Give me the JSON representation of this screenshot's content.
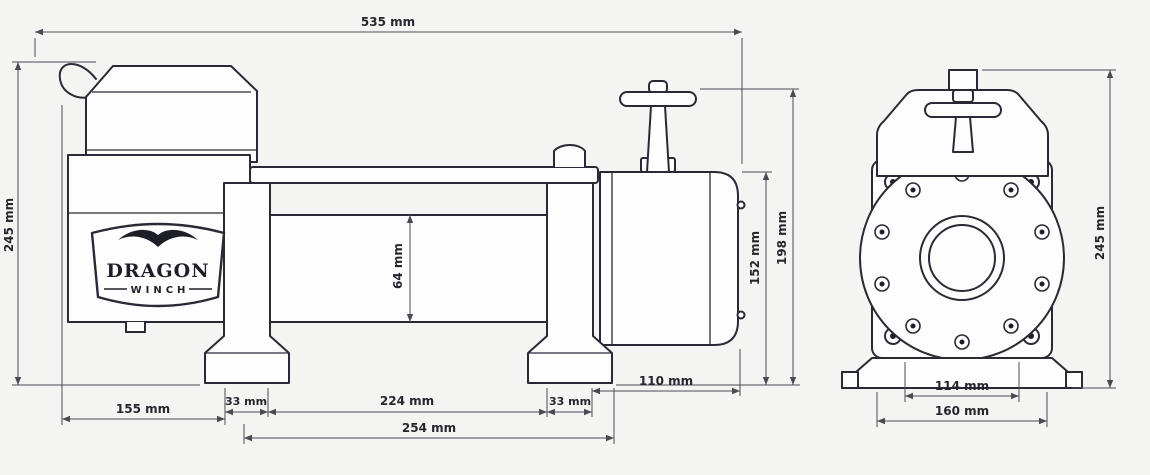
{
  "colors": {
    "background": "#f4f4f2",
    "outline": "#2a2a36",
    "dimension_lines": "#4a4a55",
    "text": "#26262e"
  },
  "logo": {
    "name": "DRAGON",
    "sub": "WINCH"
  },
  "side_view": {
    "dimensions": {
      "total_length": "535 mm",
      "total_height": "245 mm",
      "drum_diameter": "64 mm",
      "gearbox_height": "152 mm",
      "clutch_overall_height": "198 mm",
      "gearbox_length": "110 mm",
      "left_flange_width": "33 mm",
      "drum_length": "224 mm",
      "right_flange_width": "33 mm",
      "motor_length": "155 mm",
      "mounting_length": "254 mm"
    }
  },
  "front_view": {
    "dimensions": {
      "total_height": "245 mm",
      "mount_width": "114 mm",
      "base_width": "160 mm"
    }
  }
}
